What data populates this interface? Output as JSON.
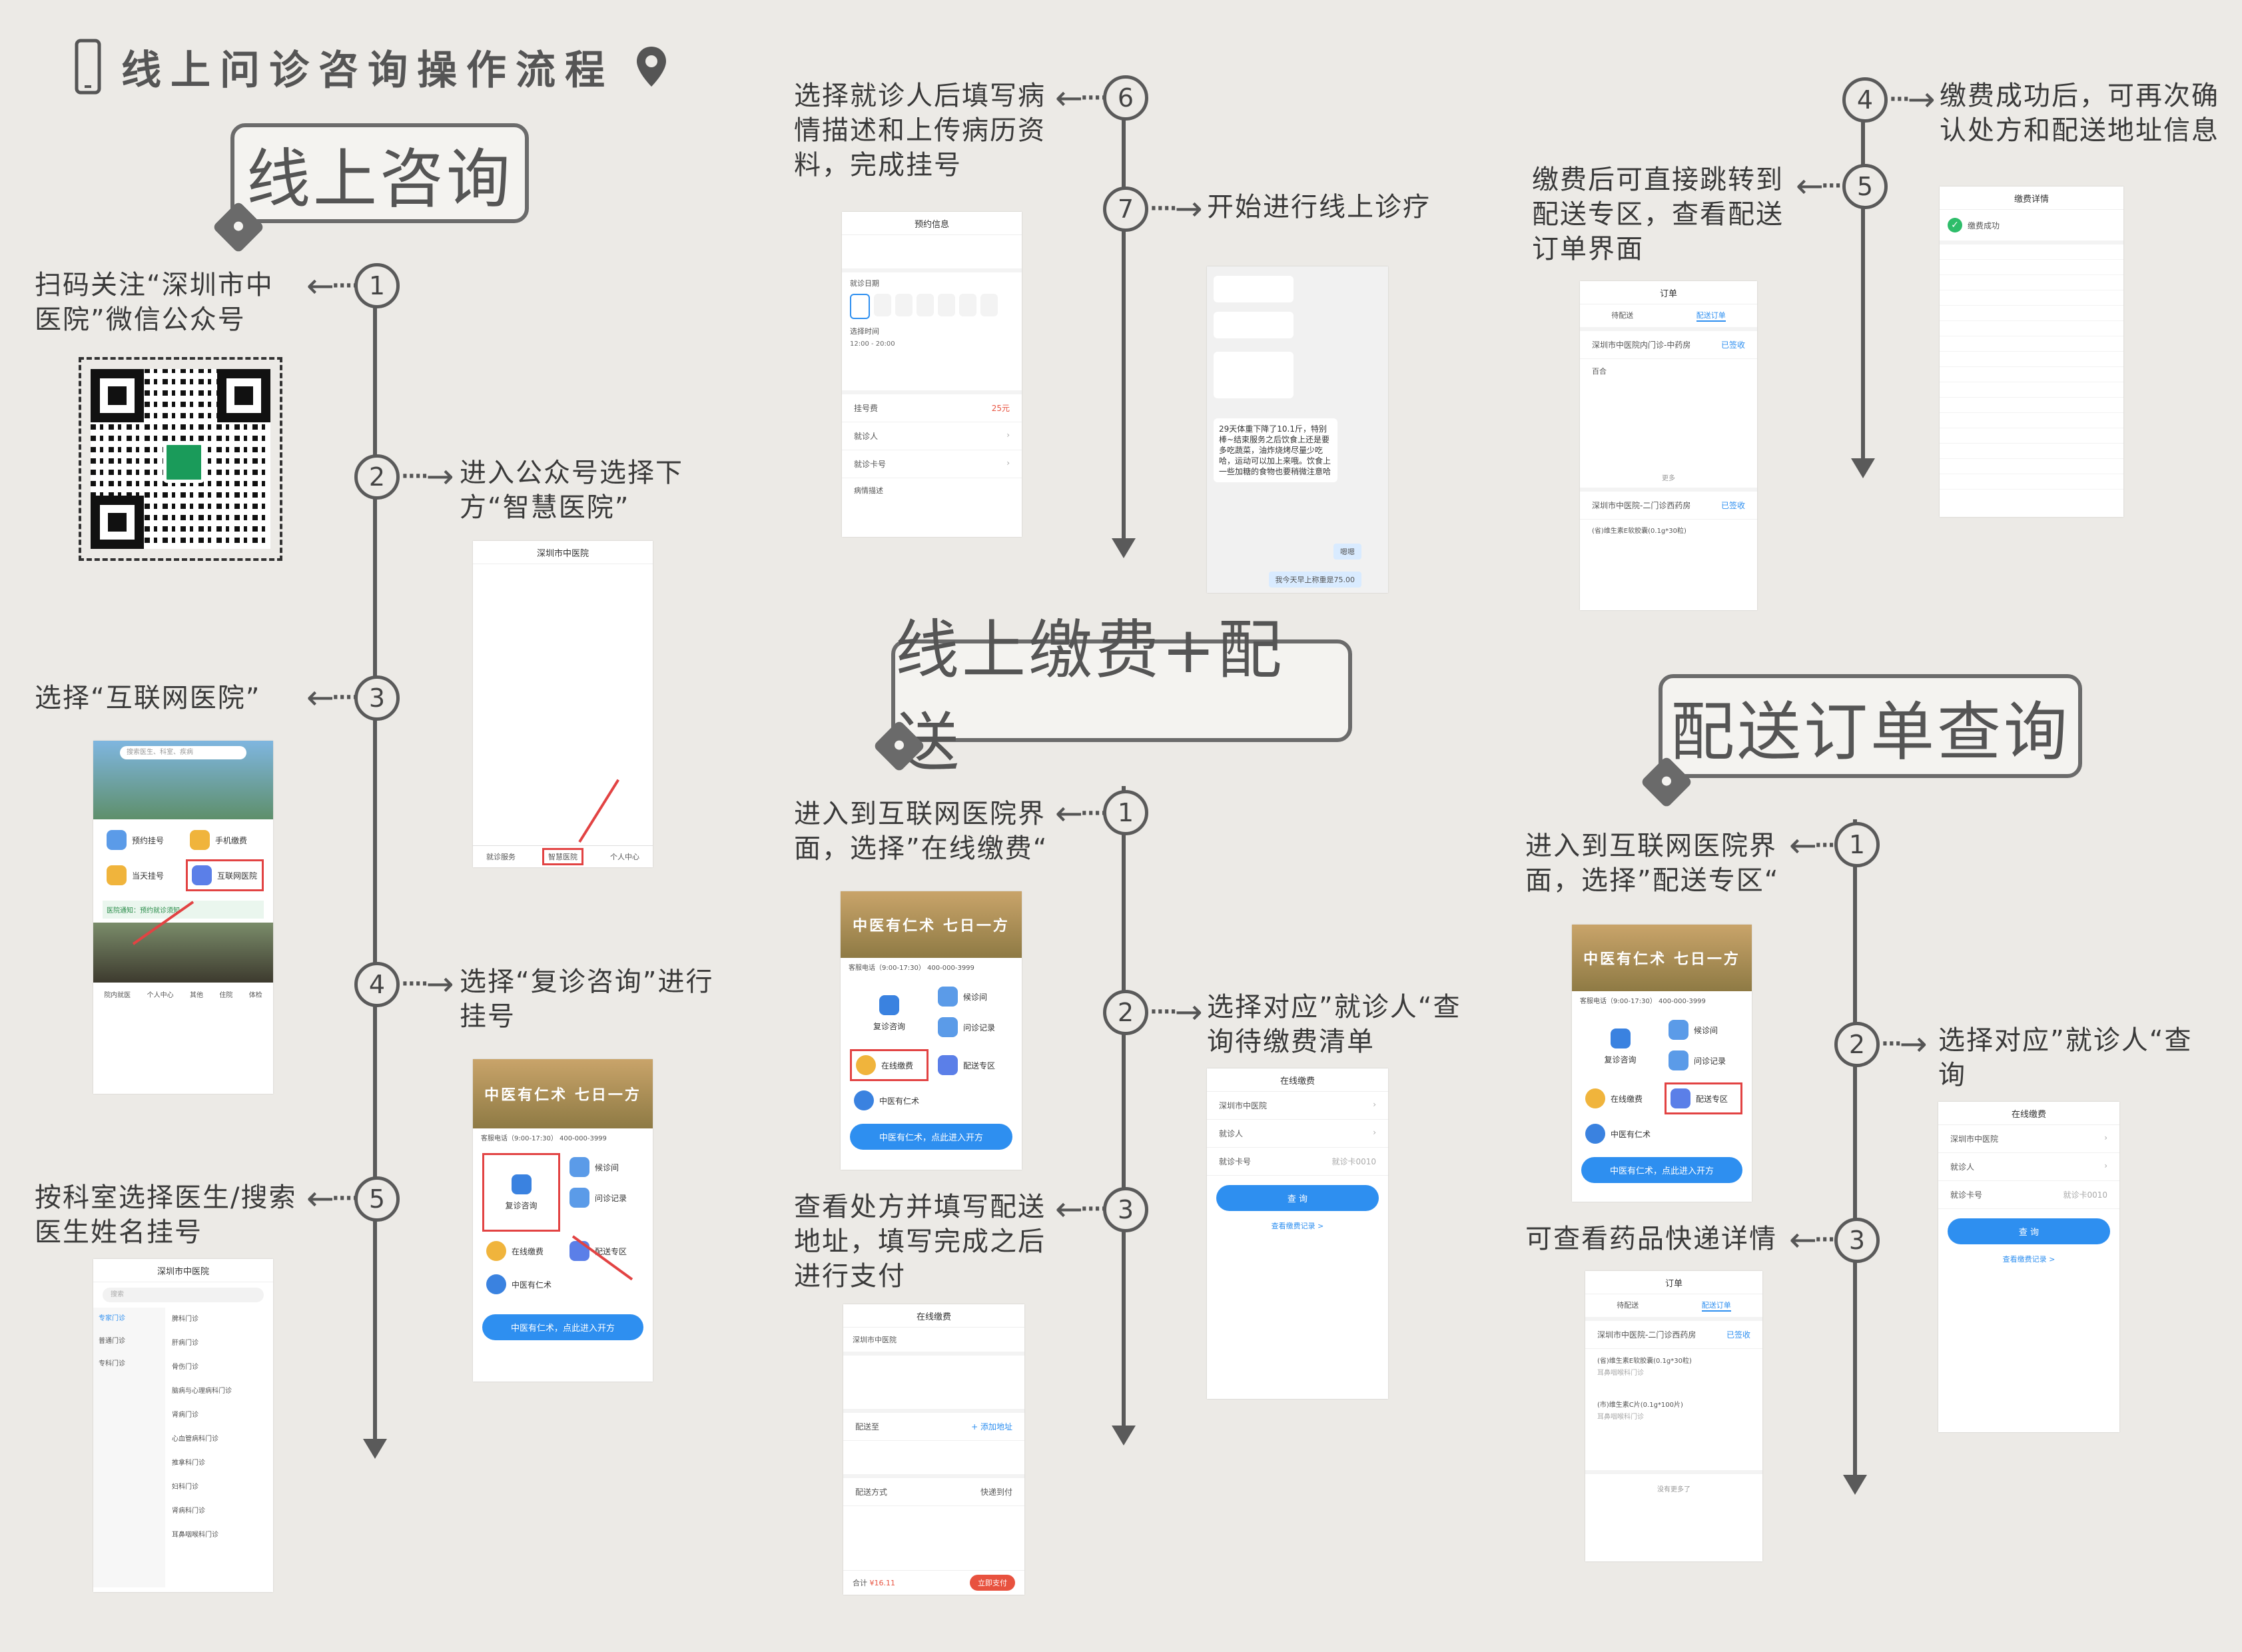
{
  "header": {
    "title": "线上问诊咨询操作流程"
  },
  "sections": {
    "consult": "线上咨询",
    "payment": "线上缴费+配送",
    "order": "配送订单查询"
  },
  "consult": {
    "s1": {
      "num": "1",
      "text": "扫码关注“深圳市中医院”微信公众号"
    },
    "s2": {
      "num": "2",
      "text": "进入公众号选择下方“智慧医院”"
    },
    "s3": {
      "num": "3",
      "text": "选择“互联网医院”"
    },
    "s4": {
      "num": "4",
      "text": "选择“复诊咨询”进行挂号"
    },
    "s5": {
      "num": "5",
      "text": "按科室选择医生/搜索医生姓名挂号"
    },
    "s6": {
      "num": "6",
      "text": "选择就诊人后填写病情描述和上传病历资料，完成挂号"
    },
    "s7": {
      "num": "7",
      "text": "开始进行线上诊疗"
    }
  },
  "payment": {
    "s1": {
      "num": "1",
      "text": "进入到互联网医院界面，选择”在线缴费“"
    },
    "s2": {
      "num": "2",
      "text": "选择对应”就诊人“查询待缴费清单"
    },
    "s3": {
      "num": "3",
      "text": "查看处方并填写配送地址，填写完成之后进行支付"
    },
    "s4": {
      "num": "4",
      "text": "缴费成功后，可再次确认处方和配送地址信息"
    },
    "s5": {
      "num": "5",
      "text": "缴费后可直接跳转到配送专区，查看配送订单界面"
    }
  },
  "order": {
    "s1": {
      "num": "1",
      "text": "进入到互联网医院界面，选择”配送专区“"
    },
    "s2": {
      "num": "2",
      "text": "选择对应”就诊人“查询"
    },
    "s3": {
      "num": "3",
      "text": "可查看药品快递详情"
    }
  },
  "phones": {
    "hospital": "深圳市中医院",
    "menu_left": "就诊服务",
    "menu_mid": "智慧医院",
    "menu_right": "个人中心",
    "search": "搜索医生、科室、疾病",
    "tile_book": "预约挂号",
    "tile_pay": "手机缴费",
    "tile_today": "当天挂号",
    "tile_net": "互联网医院",
    "notice": "医院通知：预约就诊须知",
    "nav": [
      "院内就医",
      "个人中心",
      "其他",
      "住院",
      "体检"
    ],
    "banner": "中医有仁术 七日一方",
    "phone_line": "客服电话（9:00-17:30）  400-000-3999",
    "tile_fuzhen": "复诊咨询",
    "tile_houzhen": "候诊间",
    "tile_wenzhen": "问诊记录",
    "tile_online_pay": "在线缴费",
    "tile_delivery": "配送专区",
    "tile_renshu": "中医有仁术",
    "enter_btn": "中医有仁术，点此进入开方",
    "dept_search": "搜索",
    "depts_left": [
      "专家门诊",
      "普通门诊",
      "专科门诊"
    ],
    "depts_right": [
      "脾科门诊",
      "肝病门诊",
      "骨伤门诊",
      "脑病与心理病科门诊",
      "肾病门诊",
      "心血管病科门诊",
      "推拿科门诊",
      "妇科门诊",
      "肾病科门诊",
      "耳鼻咽喉科门诊"
    ],
    "booking_title": "预约信息",
    "visit_date": "就诊日期",
    "visit_time": "选择时间",
    "time_slot": "12:00 - 20:00",
    "fee_label": "挂号费",
    "fee": "25元",
    "patient_label": "就诊人",
    "card_label": "就诊卡号",
    "desc_label": "病情描述",
    "chat_msg": "29天体重下降了10.1斤，特别棒~结束服务之后饮食上还是要多吃蔬菜，油炸烧烤尽量少吃哈，运动可以加上来哦。饮食上一些加糖的食物也要稍微注意哈",
    "chat_reply": "嗯嗯",
    "chat_price": "我今天早上称重是75.00",
    "pay_title": "在线缴费",
    "query_btn": "查 询",
    "query_link": "查看缴费记录 >",
    "card_value": "就诊卡0010",
    "total_label": "合计",
    "total": "¥16.11",
    "pay_btn": "立即支付",
    "add_addr": "+ 添加地址",
    "ship_label": "配送至",
    "ship_mode": "配送方式",
    "ship_mode_val": "快递到付",
    "paid_title": "缴费详情",
    "paid_ok": "缴费成功",
    "order_title": "订单",
    "order_tab1": "待配送",
    "order_tab2": "配送订单",
    "order_pharmacy1": "深圳市中医院内门诊-中药房",
    "order_pharmacy2": "深圳市中医院-二门诊西药房",
    "order_status": "已签收",
    "order_item": "百合",
    "order_more": "更多",
    "order_end": "没有更多了",
    "drug": "(省)维生素E软胶囊(0.1g*30粒)",
    "drug2": "(市)维生素C片(0.1g*100片)",
    "dept_ent": "耳鼻咽喉科门诊"
  }
}
